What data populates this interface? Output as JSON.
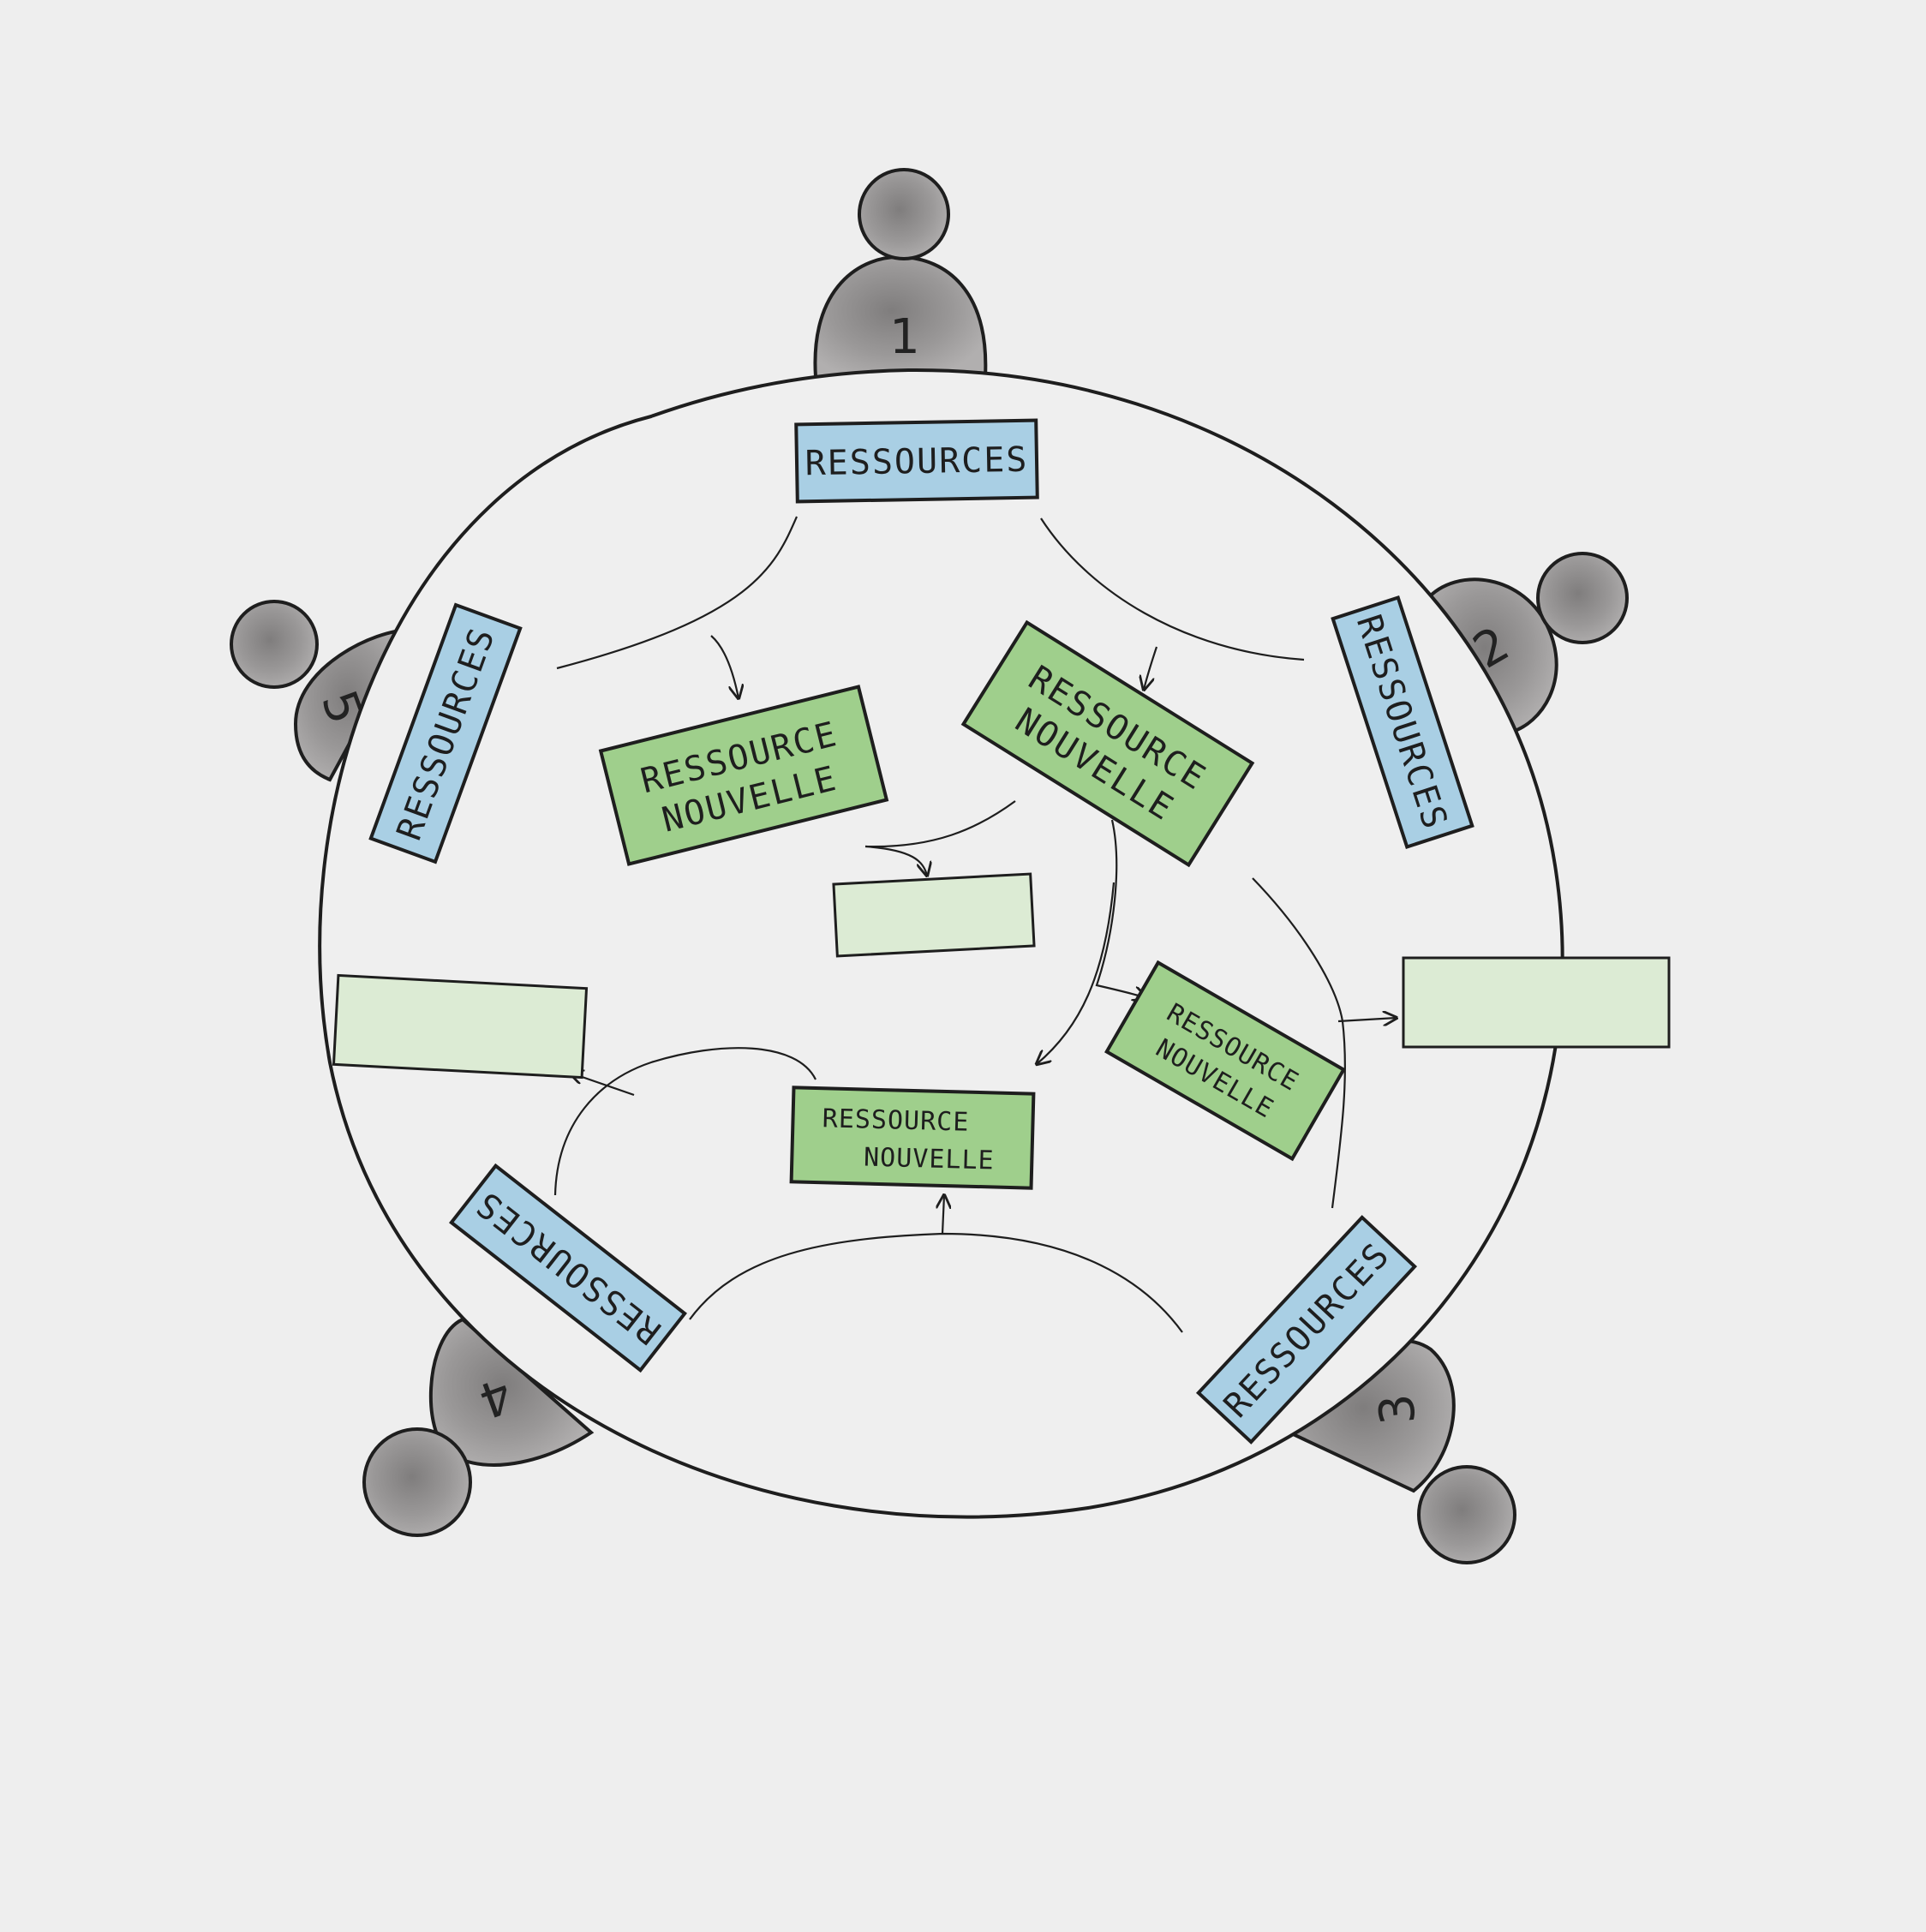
{
  "colors": {
    "paper": "#eeeeee",
    "ink": "#1e1e1e",
    "person": "#9a9898",
    "resource_blue": "#a9cfe4",
    "new_green": "#9fcf8c",
    "empty_green": "#dcebd4"
  },
  "participants": [
    {
      "number": "1"
    },
    {
      "number": "2"
    },
    {
      "number": "3"
    },
    {
      "number": "4"
    },
    {
      "number": "5"
    }
  ],
  "resource_boxes": [
    {
      "label": "RESSOURCES"
    },
    {
      "label": "RESSOURCES"
    },
    {
      "label": "RESSOURCES"
    },
    {
      "label": "RESSOURCES"
    },
    {
      "label": "RESSOURCES"
    }
  ],
  "new_resource_boxes": [
    {
      "line1": "RESSOURCE",
      "line2": "NOUVELLE"
    },
    {
      "line1": "RESSOURCE",
      "line2": "NOUVELLE"
    },
    {
      "line1": "RESSOURCE",
      "line2": "NOUVELLE"
    },
    {
      "line1": "RESSOURCE",
      "line2": "NOUVELLE"
    }
  ],
  "empty_boxes": [
    {
      "label": ""
    },
    {
      "label": ""
    },
    {
      "label": ""
    }
  ]
}
